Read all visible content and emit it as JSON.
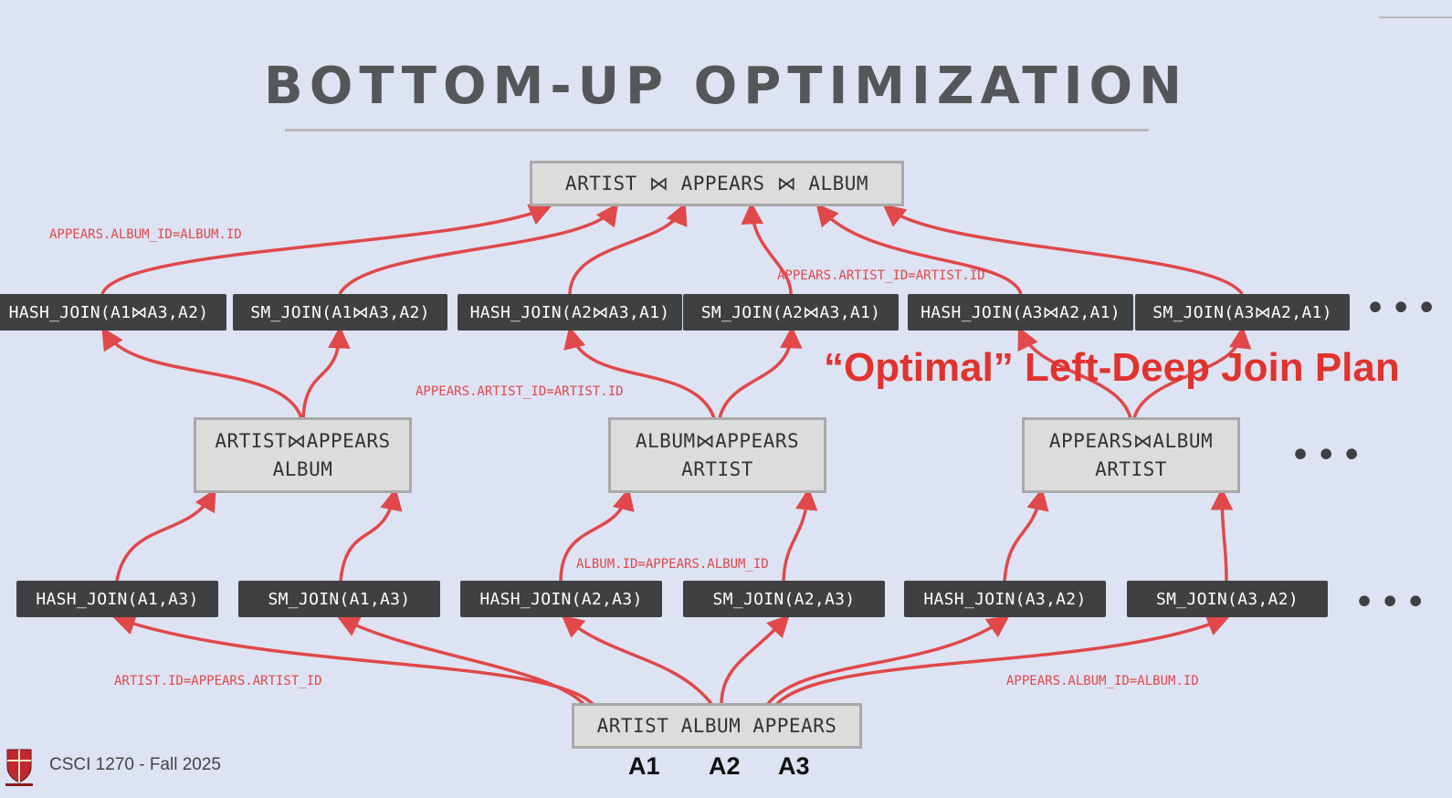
{
  "title": "BOTTOM-UP OPTIMIZATION",
  "root_box": {
    "label": "ARTIST ⋈ APPEARS ⋈ ALBUM"
  },
  "base_box": {
    "label": "ARTIST ALBUM APPEARS"
  },
  "aliases": [
    "A1",
    "A2",
    "A3"
  ],
  "top_joins": [
    "HASH_JOIN(A1⋈A3,A2)",
    "SM_JOIN(A1⋈A3,A2)",
    "HASH_JOIN(A2⋈A3,A1)",
    "SM_JOIN(A2⋈A3,A1)",
    "HASH_JOIN(A3⋈A2,A1)",
    "SM_JOIN(A3⋈A2,A1)"
  ],
  "mid_boxes": [
    {
      "line1": "ARTIST⋈APPEARS",
      "line2": "ALBUM"
    },
    {
      "line1": "ALBUM⋈APPEARS",
      "line2": "ARTIST"
    },
    {
      "line1": "APPEARS⋈ALBUM",
      "line2": "ARTIST"
    }
  ],
  "bottom_joins": [
    "HASH_JOIN(A1,A3)",
    "SM_JOIN(A1,A3)",
    "HASH_JOIN(A2,A3)",
    "SM_JOIN(A2,A3)",
    "HASH_JOIN(A3,A2)",
    "SM_JOIN(A3,A2)"
  ],
  "predicates": {
    "top_left": "APPEARS.ALBUM_ID=ALBUM.ID",
    "top_right": "APPEARS.ARTIST_ID=ARTIST.ID",
    "middle": "APPEARS.ARTIST_ID=ARTIST.ID",
    "lower_middle": "ALBUM.ID=APPEARS.ALBUM_ID",
    "bottom_left": "ARTIST.ID=APPEARS.ARTIST_ID",
    "bottom_right": "APPEARS.ALBUM_ID=ALBUM.ID"
  },
  "ellipsis": "•••",
  "annotation": "“Optimal” Left-Deep Join Plan",
  "footer": "CSCI 1270 - Fall 2025",
  "colors": {
    "arrow": "#e0484a",
    "annotation": "#e0332e",
    "dark_box": "#3f4042",
    "gray_box": "#dcdcdc",
    "background": "#dde3f3"
  }
}
